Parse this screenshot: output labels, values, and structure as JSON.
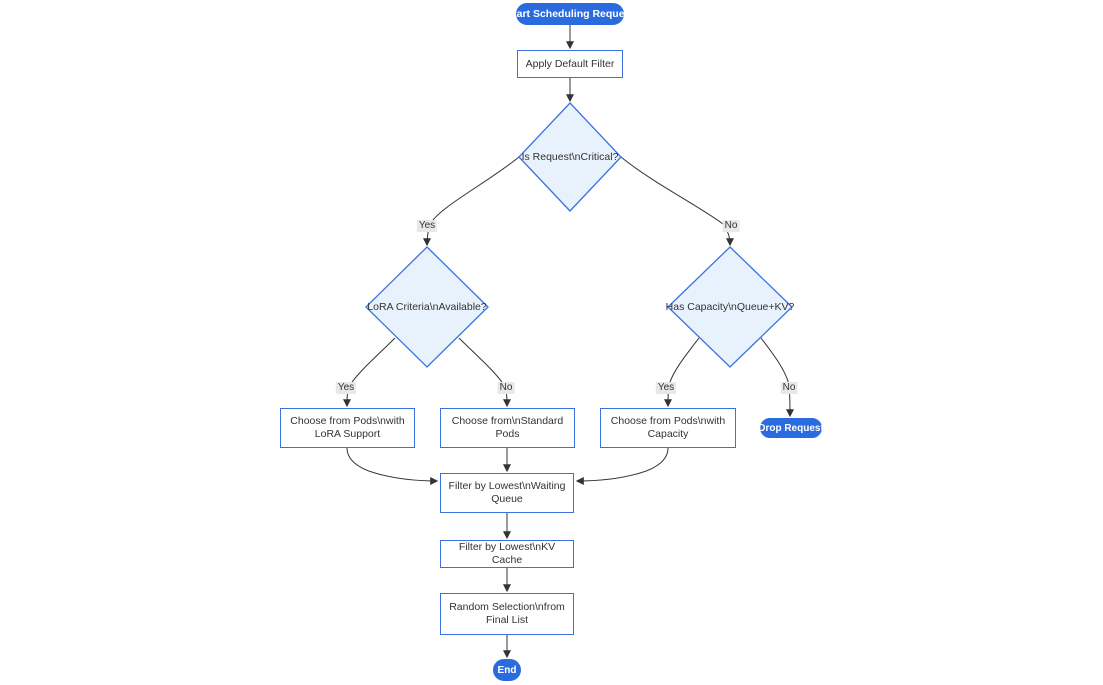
{
  "diagram": {
    "type": "flowchart",
    "direction": "top-down"
  },
  "colors": {
    "accent_blue": "#2a6cdf",
    "node_border": "#3a72df",
    "diamond_fill": "#e8f2fc",
    "rect_fill": "#ffffff",
    "edge_color": "#333333",
    "edge_label_bg": "#e8e8e8",
    "text_color": "#333333",
    "canvas_bg": "#ffffff"
  },
  "nodes": {
    "start": {
      "shape": "pill",
      "label": "Start Scheduling Request"
    },
    "apply_filter": {
      "shape": "rect",
      "label": "Apply Default Filter"
    },
    "is_critical": {
      "shape": "diamond",
      "label": "Is Request\\nCritical?"
    },
    "lora_available": {
      "shape": "diamond",
      "label": "LoRA Criteria\\nAvailable?"
    },
    "has_capacity": {
      "shape": "diamond",
      "label": "Has Capacity\\nQueue+KV?"
    },
    "choose_lora": {
      "shape": "rect",
      "label": "Choose from Pods\\nwith LoRA Support"
    },
    "choose_standard": {
      "shape": "rect",
      "label": "Choose from\\nStandard Pods"
    },
    "choose_capacity": {
      "shape": "rect",
      "label": "Choose from Pods\\nwith Capacity"
    },
    "drop_request": {
      "shape": "pill",
      "label": "Drop Request"
    },
    "filter_waiting": {
      "shape": "rect",
      "label": "Filter by Lowest\\nWaiting Queue"
    },
    "filter_kv": {
      "shape": "rect",
      "label": "Filter by Lowest\\nKV Cache"
    },
    "random_selection": {
      "shape": "rect",
      "label": "Random Selection\\nfrom Final List"
    },
    "end": {
      "shape": "pill",
      "label": "End"
    }
  },
  "edge_labels": {
    "critical_yes": "Yes",
    "critical_no": "No",
    "lora_yes": "Yes",
    "lora_no": "No",
    "capacity_yes": "Yes",
    "capacity_no": "No"
  },
  "edges": [
    {
      "from": "start",
      "to": "apply_filter",
      "label": ""
    },
    {
      "from": "apply_filter",
      "to": "is_critical",
      "label": ""
    },
    {
      "from": "is_critical",
      "to": "lora_available",
      "label": "Yes"
    },
    {
      "from": "is_critical",
      "to": "has_capacity",
      "label": "No"
    },
    {
      "from": "lora_available",
      "to": "choose_lora",
      "label": "Yes"
    },
    {
      "from": "lora_available",
      "to": "choose_standard",
      "label": "No"
    },
    {
      "from": "has_capacity",
      "to": "choose_capacity",
      "label": "Yes"
    },
    {
      "from": "has_capacity",
      "to": "drop_request",
      "label": "No"
    },
    {
      "from": "choose_lora",
      "to": "filter_waiting",
      "label": ""
    },
    {
      "from": "choose_standard",
      "to": "filter_waiting",
      "label": ""
    },
    {
      "from": "choose_capacity",
      "to": "filter_waiting",
      "label": ""
    },
    {
      "from": "filter_waiting",
      "to": "filter_kv",
      "label": ""
    },
    {
      "from": "filter_kv",
      "to": "random_selection",
      "label": ""
    },
    {
      "from": "random_selection",
      "to": "end",
      "label": ""
    }
  ]
}
